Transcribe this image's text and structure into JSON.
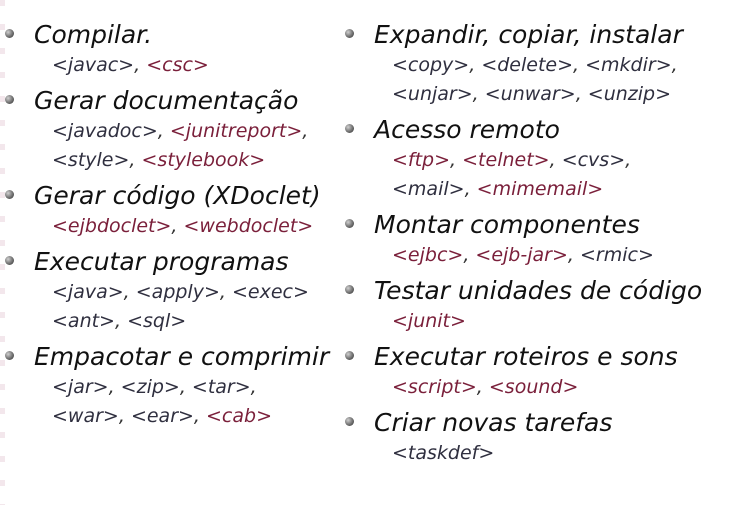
{
  "colors": {
    "standard_tag": "#2f2f3f",
    "optional_tag": "#7a1f3a",
    "heading": "#111111"
  },
  "left_column": [
    {
      "title": "Compilar.",
      "lines": [
        [
          {
            "text": "<javac>",
            "kind": "std"
          },
          {
            "text": ", ",
            "kind": "sep"
          },
          {
            "text": "<csc>",
            "kind": "opt"
          }
        ]
      ]
    },
    {
      "title": "Gerar documentação",
      "lines": [
        [
          {
            "text": "<javadoc>",
            "kind": "std"
          },
          {
            "text": ", ",
            "kind": "sep"
          },
          {
            "text": "<junitreport>",
            "kind": "opt"
          },
          {
            "text": ",",
            "kind": "sep"
          }
        ],
        [
          {
            "text": "<style>",
            "kind": "std"
          },
          {
            "text": ", ",
            "kind": "sep"
          },
          {
            "text": "<stylebook>",
            "kind": "opt"
          }
        ]
      ]
    },
    {
      "title": "Gerar código (XDoclet)",
      "lines": [
        [
          {
            "text": "<ejbdoclet>",
            "kind": "opt"
          },
          {
            "text": ", ",
            "kind": "sep"
          },
          {
            "text": "<webdoclet>",
            "kind": "opt"
          }
        ]
      ]
    },
    {
      "title": "Executar programas",
      "lines": [
        [
          {
            "text": "<java>",
            "kind": "std"
          },
          {
            "text": ", ",
            "kind": "sep"
          },
          {
            "text": "<apply>",
            "kind": "std"
          },
          {
            "text": ", ",
            "kind": "sep"
          },
          {
            "text": "<exec>",
            "kind": "std"
          }
        ],
        [
          {
            "text": "<ant>",
            "kind": "std"
          },
          {
            "text": ", ",
            "kind": "sep"
          },
          {
            "text": "<sql>",
            "kind": "std"
          }
        ]
      ]
    },
    {
      "title": "Empacotar e comprimir",
      "lines": [
        [
          {
            "text": "<jar>",
            "kind": "std"
          },
          {
            "text": ", ",
            "kind": "sep"
          },
          {
            "text": "<zip>",
            "kind": "std"
          },
          {
            "text": ", ",
            "kind": "sep"
          },
          {
            "text": "<tar>",
            "kind": "std"
          },
          {
            "text": ",",
            "kind": "sep"
          }
        ],
        [
          {
            "text": "<war>",
            "kind": "std"
          },
          {
            "text": ", ",
            "kind": "sep"
          },
          {
            "text": "<ear>",
            "kind": "std"
          },
          {
            "text": ", ",
            "kind": "sep"
          },
          {
            "text": "<cab>",
            "kind": "opt"
          }
        ]
      ]
    }
  ],
  "right_column": [
    {
      "title": "Expandir, copiar, instalar",
      "lines": [
        [
          {
            "text": "<copy>",
            "kind": "std"
          },
          {
            "text": ", ",
            "kind": "sep"
          },
          {
            "text": "<delete>",
            "kind": "std"
          },
          {
            "text": ", ",
            "kind": "sep"
          },
          {
            "text": "<mkdir>",
            "kind": "std"
          },
          {
            "text": ",",
            "kind": "sep"
          }
        ],
        [
          {
            "text": "<unjar>",
            "kind": "std"
          },
          {
            "text": ", ",
            "kind": "sep"
          },
          {
            "text": "<unwar>",
            "kind": "std"
          },
          {
            "text": ", ",
            "kind": "sep"
          },
          {
            "text": "<unzip>",
            "kind": "std"
          }
        ]
      ]
    },
    {
      "title": "Acesso remoto",
      "lines": [
        [
          {
            "text": "<ftp>",
            "kind": "opt"
          },
          {
            "text": ", ",
            "kind": "sep"
          },
          {
            "text": "<telnet>",
            "kind": "opt"
          },
          {
            "text": ", ",
            "kind": "sep"
          },
          {
            "text": "<cvs>",
            "kind": "std"
          },
          {
            "text": ",",
            "kind": "sep"
          }
        ],
        [
          {
            "text": "<mail>",
            "kind": "std"
          },
          {
            "text": ", ",
            "kind": "sep"
          },
          {
            "text": "<mimemail>",
            "kind": "opt"
          }
        ]
      ]
    },
    {
      "title": "Montar componentes",
      "lines": [
        [
          {
            "text": "<ejbc>",
            "kind": "opt"
          },
          {
            "text": ", ",
            "kind": "sep"
          },
          {
            "text": "<ejb-jar>",
            "kind": "opt"
          },
          {
            "text": ", ",
            "kind": "sep"
          },
          {
            "text": "<rmic>",
            "kind": "std"
          }
        ]
      ]
    },
    {
      "title": "Testar unidades de código",
      "lines": [
        [
          {
            "text": "<junit>",
            "kind": "opt"
          }
        ]
      ]
    },
    {
      "title": "Executar roteiros e sons",
      "lines": [
        [
          {
            "text": "<script>",
            "kind": "opt"
          },
          {
            "text": ", ",
            "kind": "sep"
          },
          {
            "text": "<sound>",
            "kind": "opt"
          }
        ]
      ]
    },
    {
      "title": "Criar novas tarefas",
      "lines": [
        [
          {
            "text": "<taskdef>",
            "kind": "std"
          }
        ]
      ]
    }
  ]
}
